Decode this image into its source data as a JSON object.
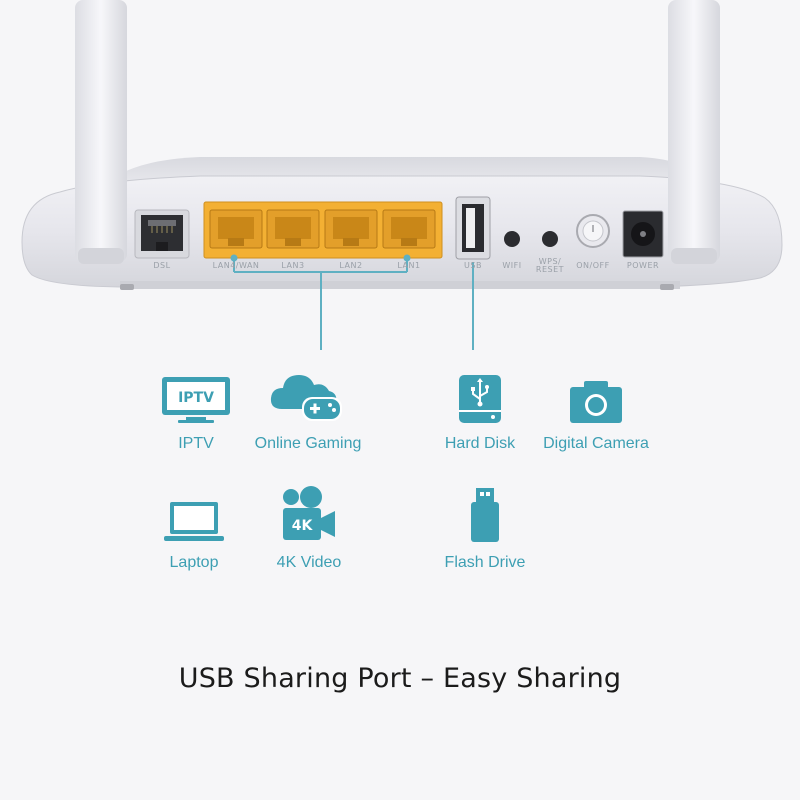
{
  "router": {
    "ports": {
      "dsl": "DSL",
      "lan4": "LAN4/WAN",
      "lan3": "LAN3",
      "lan2": "LAN2",
      "lan1": "LAN1",
      "usb": "USB",
      "wifi": "WIFI",
      "wps_reset": "WPS/\nRESET",
      "onoff": "ON/OFF",
      "power": "POWER"
    },
    "colors": {
      "body": "#e9e9ee",
      "lan_ports": "#f3b033",
      "accent": "#3d9fb3"
    }
  },
  "devices": [
    {
      "label": "IPTV",
      "icon": "tv-icon"
    },
    {
      "label": "Online Gaming",
      "icon": "cloud-gamepad-icon"
    },
    {
      "label": "Hard Disk",
      "icon": "hard-disk-icon"
    },
    {
      "label": "Digital Camera",
      "icon": "camera-icon"
    },
    {
      "label": "Laptop",
      "icon": "laptop-icon"
    },
    {
      "label": "4K Video",
      "icon": "video-camera-icon"
    },
    {
      "label": "Flash Drive",
      "icon": "flash-drive-icon"
    }
  ],
  "headline": "USB Sharing Port – Easy Sharing"
}
